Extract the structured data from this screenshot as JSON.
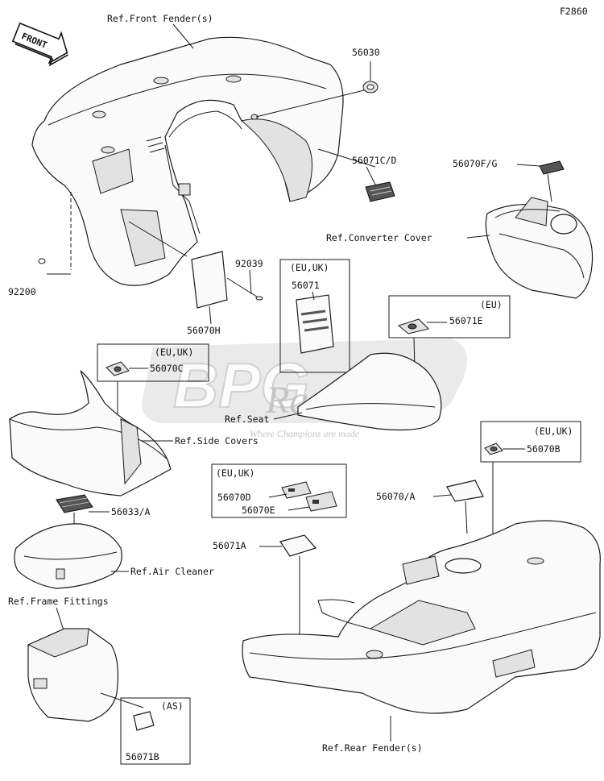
{
  "figure_code": "F2860",
  "direction_arrow": "FRONT",
  "watermark": {
    "brand_a": "BPG",
    "brand_b": "Racing",
    "tagline": "Where Champions are made"
  },
  "labels": {
    "ref_front_fender": "Ref.Front Fender(s)",
    "p56030": "56030",
    "p56071cd": "56071C/D",
    "p56070fg": "56070F/G",
    "ref_converter_cover": "Ref.Converter Cover",
    "p92039": "92039",
    "p92200": "92200",
    "p56070h": "56070H",
    "p56071": "56071",
    "p56071e": "56071E",
    "p56070c": "56070C",
    "ref_seat": "Ref.Seat",
    "ref_side_covers": "Ref.Side Covers",
    "p56033a": "56033/A",
    "ref_air_cleaner": "Ref.Air Cleaner",
    "ref_frame_fittings": "Ref.Frame Fittings",
    "p56070b": "56070B",
    "p56070d": "56070D",
    "p56070e": "56070E",
    "p56070a": "56070/A",
    "p56071a": "56071A",
    "as_tag": "(AS)",
    "p56071b": "56071B",
    "ref_rear_fender": "Ref.Rear Fender(s)"
  },
  "region_tags": {
    "eu_uk_56071": "(EU,UK)",
    "eu_56071e": "(EU)",
    "eu_uk_56070c": "(EU,UK)",
    "eu_uk_56070de": "(EU,UK)",
    "eu_uk_56070b": "(EU,UK)"
  }
}
